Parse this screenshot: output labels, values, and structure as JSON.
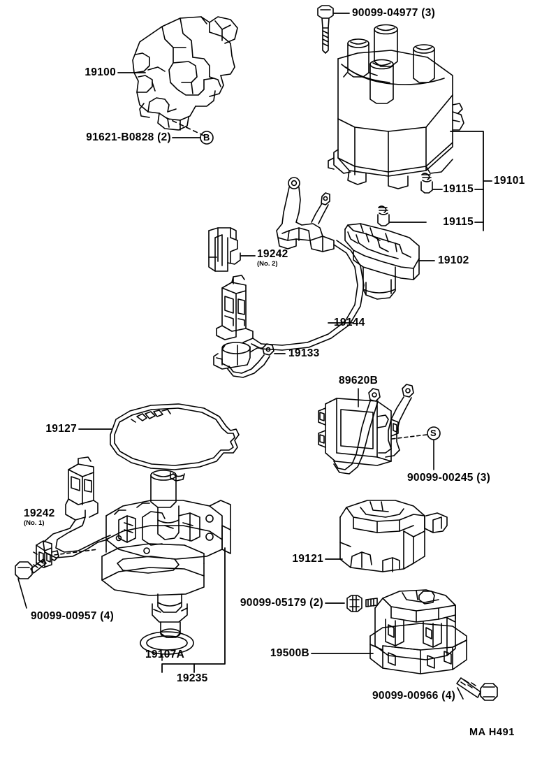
{
  "diagram": {
    "title": "Toyota Ignition Distributor Parts Diagram",
    "sheet_code": "MA H491",
    "line_color": "#000000",
    "background": "#ffffff"
  },
  "labels": {
    "part_19100": "19100",
    "part_91621": "91621-B0828 (2)",
    "callout_b": "B",
    "part_90099_04977": "90099-04977 (3)",
    "part_19101": "19101",
    "part_19115_upper": "19115",
    "part_19115_lower": "19115",
    "part_19242_no2": "19242",
    "part_19242_no2_sub": "(No. 2)",
    "part_19102": "19102",
    "part_19144": "19144",
    "part_19133": "19133",
    "part_19127": "19127",
    "part_89620B": "89620B",
    "callout_s": "S",
    "part_90099_00245": "90099-00245 (3)",
    "part_19242_no1": "19242",
    "part_19242_no1_sub": "(No. 1)",
    "part_90099_00957": "90099-00957 (4)",
    "part_19107A": "19107A",
    "part_19235": "19235",
    "part_19121": "19121",
    "part_90099_05179": "90099-05179 (2)",
    "part_19500B": "19500B",
    "part_90099_00966": "90099-00966 (4)"
  }
}
